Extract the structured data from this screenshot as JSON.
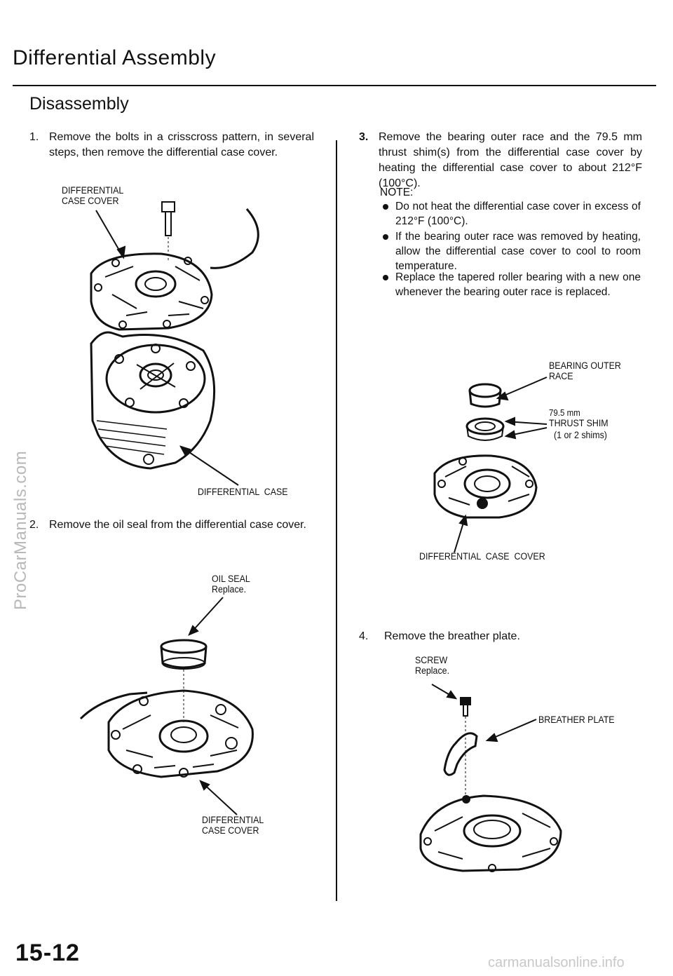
{
  "page": {
    "title": "Differential Assembly",
    "subtitle": "Disassembly",
    "page_number": "15-12",
    "watermark": "ProCarManuals.com",
    "footer": "carmanualsonline.info"
  },
  "steps": {
    "s1": {
      "num": "1.",
      "text": "Remove the bolts in a crisscross pattern, in several steps, then remove the differential case cover."
    },
    "s2": {
      "num": "2.",
      "text": "Remove the oil seal from the differential case cover."
    },
    "s3": {
      "num": "3.",
      "text": "Remove the bearing outer race and the 79.5 mm thrust shim(s) from the differential case cover by heating the differential case cover to about 212°F (100°C)."
    },
    "s4": {
      "num": "4.",
      "text": "Remove the breather plate."
    }
  },
  "note": {
    "heading": "NOTE:",
    "items": [
      "Do not heat the differential case cover in excess of 212°F (100°C).",
      "If the bearing outer race was removed by heating, allow the differential case cover to cool to room temperature.",
      "Replace the tapered roller bearing with a new one whenever the bearing outer race is replaced."
    ]
  },
  "labels": {
    "fig1_cover": "DIFFERENTIAL\nCASE COVER",
    "fig1_case": "DIFFERENTIAL  CASE",
    "fig2_seal": "OIL SEAL\nReplace.",
    "fig2_cover": "DIFFERENTIAL\nCASE COVER",
    "fig3_race": "BEARING OUTER\nRACE",
    "fig3_shim_size": "79.5 mm",
    "fig3_shim": "THRUST SHIM",
    "fig3_shim_qty": "(1 or 2 shims)",
    "fig3_cover": "DIFFERENTIAL  CASE  COVER",
    "fig4_screw": "SCREW\nReplace.",
    "fig4_plate": "BREATHER PLATE"
  }
}
